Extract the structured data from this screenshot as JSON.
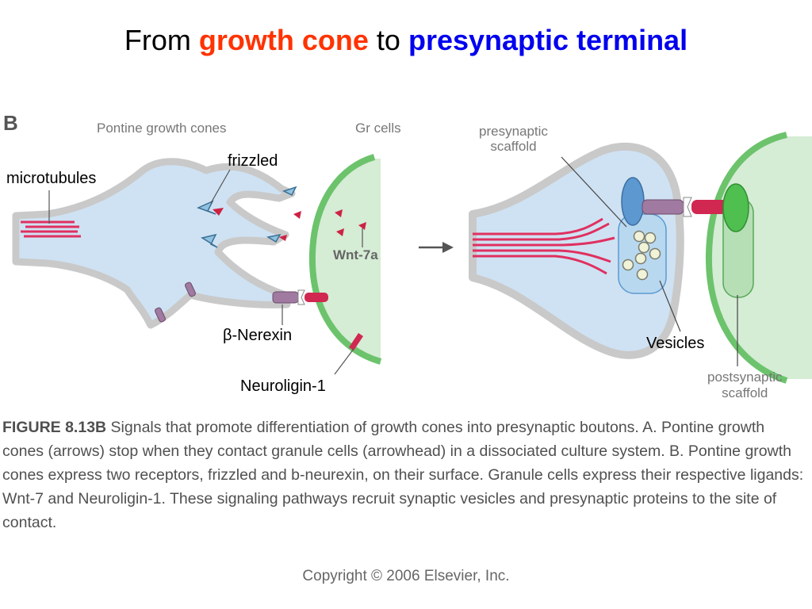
{
  "title": {
    "prefix": "From ",
    "growth": "growth cone",
    "middle": " to ",
    "presynaptic": "presynaptic terminal"
  },
  "figure": {
    "panel_letter": "B",
    "heading_pontine": "Pontine growth cones",
    "heading_gr": "Gr cells",
    "label_presynaptic_scaffold": [
      "presynaptic",
      "scaffold"
    ],
    "label_postsynaptic_scaffold": [
      "postsynaptic",
      "scaffold"
    ],
    "label_wnt": "Wnt-7a"
  },
  "labels": {
    "microtubules": "microtubules",
    "frizzled": "frizzled",
    "nerexin": "β-Nerexin",
    "neuroligin": "Neuroligin-1",
    "vesicles": "Vesicles"
  },
  "caption": {
    "label": "FIGURE 8.13B",
    "text": " Signals that promote differentiation of growth cones into presynaptic boutons. A. Pontine growth cones (arrows) stop when they contact granule cells (arrowhead) in a dissociated culture system. B. Pontine growth cones express two receptors, frizzled and b-neurexin, on their surface. Granule cells express their respective ligands: Wnt-7 and Neuroligin-1. These signaling pathways recruit synaptic vesicles and presynaptic proteins to the site of contact."
  },
  "copyright": "Copyright © 2006 Elsevier, Inc.",
  "colors": {
    "growth_cone_title": "#ff3300",
    "presynaptic_title": "#0000ee",
    "cone_fill": "#cfe2f3",
    "cone_outline": "#c8c8c8",
    "cell_green": "#6cc36c",
    "microtubule_red": "#e03060",
    "receptor_purple": "#9b6f9b"
  }
}
